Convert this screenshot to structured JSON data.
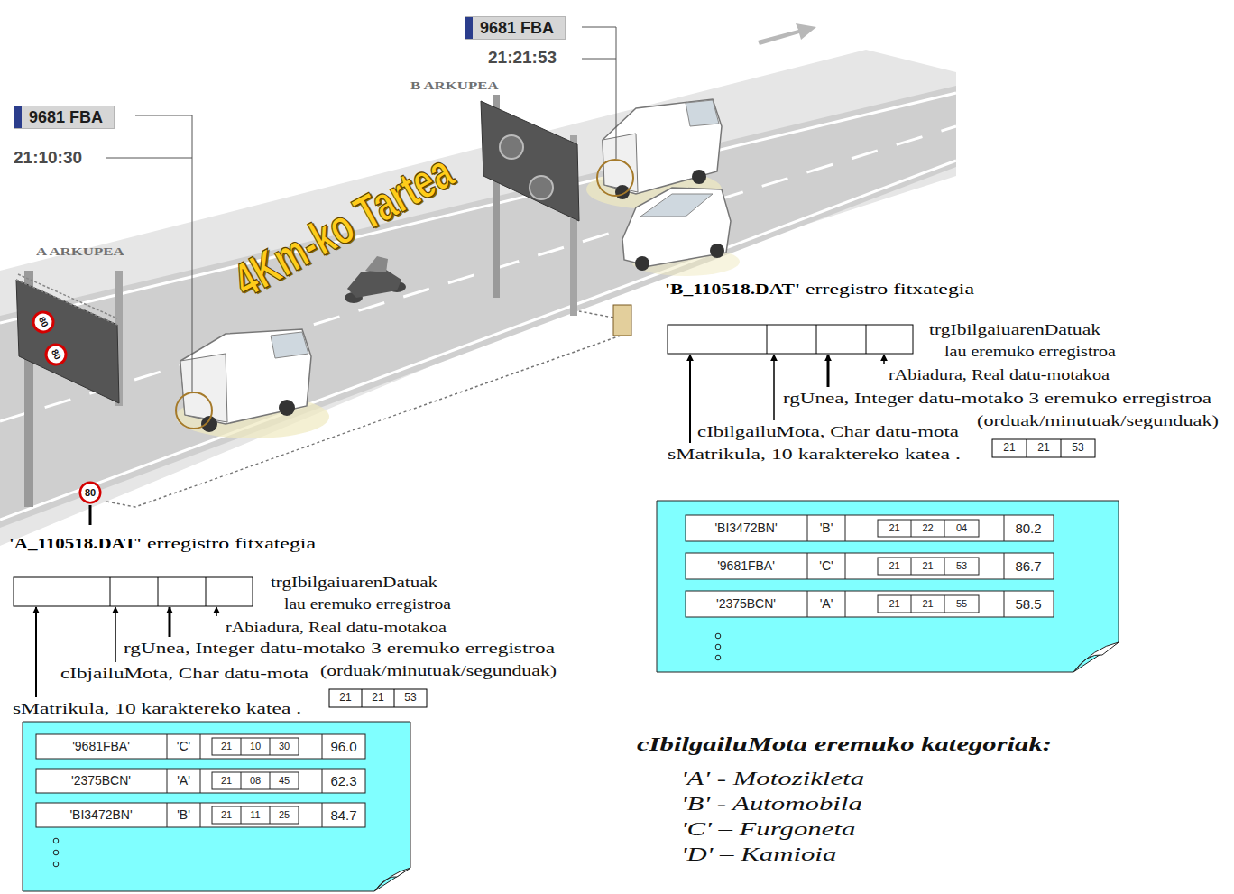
{
  "diagram": {
    "nodes": [
      {
        "text": [
          "9681 FBA"
        ]
      },
      {
        "text": [
          "9681 FBA"
        ]
      },
      {
        "text": [
          "80"
        ]
      },
      {
        "text": [
          "80"
        ]
      },
      {
        "text": [
          "80"
        ]
      }
    ],
    "labels": [
      "21:21:53",
      "B ARKUPEA",
      "21:10:30",
      "4Km-ko Tartea",
      "A ARKUPEA",
      "'B_110518.DAT'",
      "erregistro fitxategia",
      "trgIbilgaiuarenDatuak",
      "lau eremuko erregistroa",
      "rAbiadura, Real datu-motakoa",
      "rgUnea, Integer datu-motako 3 eremuko erregistroa",
      "(orduak/minutuak/segunduak)",
      "cIbilgailuMota, Char datu-mota",
      "21",
      "21",
      "53",
      "sMatrikula, 10 karaktereko katea .",
      "'BI3472BN'",
      "'B'",
      "21",
      "22",
      "04",
      "80.2",
      "'9681FBA'",
      "'C'",
      "21",
      "21",
      "53",
      "86.7",
      "'2375BCN'",
      "'A'",
      "21",
      "21",
      "55",
      "58.5",
      "cIbilgailuMota eremuko kategoriak:",
      "'A' - Motozikleta",
      "'B' - Automobila",
      "'C' – Furgoneta",
      "'D' – Kamioia",
      "'A_110518.DAT'",
      "erregistro fitxategia",
      "trgIbilgaiuarenDatuak",
      "lau eremuko erregistroa",
      "rAbiadura, Real datu-motakoa",
      "rgUnea, Integer datu-motako 3 eremuko erregistroa",
      "(orduak/minutuak/segunduak)",
      "cIbjailuMota, Char datu-mota",
      "21",
      "21",
      "53",
      "sMatrikula, 10 karaktereko katea .",
      "'9681FBA'",
      "'C'",
      "21",
      "10",
      "30",
      "96.0",
      "'2375BCN'",
      "'A'",
      "21",
      "08",
      "45",
      "62.3",
      "'BI3472BN'",
      "'B'",
      "21",
      "11",
      "25",
      "84.7"
    ]
  }
}
